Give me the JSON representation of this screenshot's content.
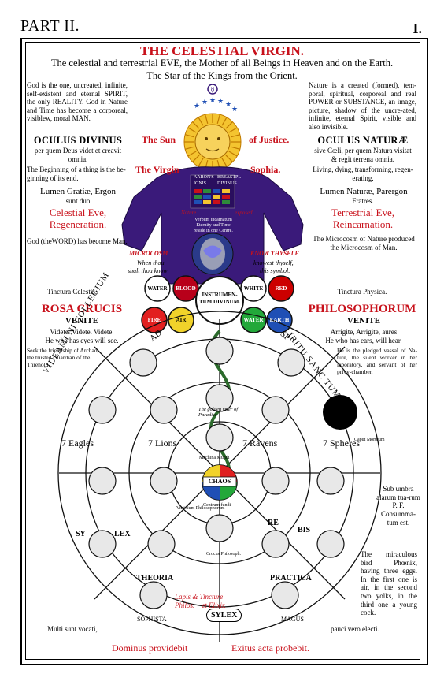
{
  "header": {
    "part": "PART II.",
    "page": "I."
  },
  "title": "THE CELESTIAL VIRGIN.",
  "subtitle1": "The celestial and terrestrial EVE, the Mother of all Beings in Heaven and on the Earth.",
  "subtitle2": "The Star of the Kings from the Orient.",
  "left": {
    "god_text": "God is the one, uncreated, infinite, self-existent and eternal SPIRIT, the only REALITY. God in Nature and Time has become a corporeal, visiblew, moral MAN.",
    "oculus_title": "OCULUS DIVINUS",
    "oculus_sub": "per quem Deus videt et creavit omnia.",
    "beginning": "The Beginning of a thing is the be-ginning of its end.",
    "lumen": "Lumen Gratiæ, Ergon",
    "lumen_sub": "sunt duo",
    "eve": "Celestial Eve,",
    "eve2": "Regeneration.",
    "word": "God (theWORD) has become Man.",
    "tinctura": "Tinctura Celestis.",
    "rosa": "ROSA CRUCIS",
    "venite": "VENITE",
    "videte": "Videte.   Videte.   Videte.",
    "he_who": "He who has eyes will see.",
    "seek": "Seek the friendship of Archao, the trusted Guardian of the Threhold.",
    "multi": "Multi sunt vocati,"
  },
  "right": {
    "nature_text": "Nature is a created (formed), tem-poral, spiritual, corporeal and real POWER or SUBSTANCE, an image, picture, shadow of the uncre-ated, infinite, eternal Spirit, visible and also invisible.",
    "oculus_title": "OCULUS NATURÆ",
    "oculus_sub": "sive Cœli, per quem Natura visitat & regit terrena omnia.",
    "living": "Living, dying, transforming, regen-erating.",
    "lumen": "Lumen Naturæ, Parergon",
    "lumen_sub": "Fratres.",
    "eve": "Terrestrial Eve,",
    "eve2": "Reincarnation.",
    "micro": "The Microcosm of Nature produced the Microcosm of Man.",
    "tinctura": "Tinctura Physica.",
    "philo": "PHILOSOPHORUM",
    "venite": "VENITE",
    "arrigite": "Arrigite, Arrigite, aures",
    "he_who": "He who has ears, will hear.",
    "pledged": "He is the pledged vassal of Na-ture, the silent worker in her laboratory, and servant of her privy-chamber.",
    "sub_umbra": "Sub umbra alarum tua-rum",
    "pf": "P. F.",
    "consumm": "Consumma-tum est.",
    "phoenix": "The miraculous bird Phœnix, having three eggs. In the first one is air, in the second two yolks, in the third one a young cock.",
    "pauci": "pauci vero electi."
  },
  "figure": {
    "sun": "The Sun",
    "justice": "of Justice.",
    "virgin": "The Virgin",
    "sophia": "Sophia.",
    "microcosm": "MICROCOSM",
    "when": "When thou",
    "shalt": "shalt thou know",
    "know": "KNOW THYSELF",
    "knowest": "knowest thyself,",
    "symbol": "this symbol.",
    "water_l": "WATER",
    "blood": "BLOOD",
    "white": "WHITE",
    "red": "RED",
    "fire": "FIRE",
    "air": "AIR",
    "water_r": "WATER",
    "earth": "EARTH",
    "instrumentum": "INSTRUMEN-",
    "instrumentum2": "TUM DIVINUM.",
    "aaron": "AARON'S",
    "ignis": "IGNIS",
    "breastpl": "BREASTPL",
    "divinus": "DIVINUS",
    "nature": "Nature",
    "exposed": "exposed",
    "verbum": "Verbum incarnatum",
    "eternity": "Eternity and Time",
    "reside": "reside in one Centre."
  },
  "wheel": {
    "eagles": "7 Eagles",
    "lions": "7 Lions",
    "ravens": "7 Ravens",
    "spheres": "7 Spheres",
    "chaos": "CHAOS",
    "theoria": "THEORIA",
    "sophista": "SOPHISTA",
    "practica": "PRACTICA",
    "magus": "MAGUS",
    "sylex": "SYLEX",
    "rebis_l": "RE",
    "rebis_r": "BIS",
    "sy": "SY",
    "lex": "LEX",
    "lapis": "Lapis & Tincture",
    "philos": "Philos.    et Elixir.",
    "collegium": "VIDEAMI NI COLLEGIUM",
    "spiritu": "IRITU SANC TUM",
    "ad": "AD",
    "sp": "SP",
    "golden": "The golden river of Paradise",
    "mundi": "Machina Mundi",
    "vitriolum": "Vitriolum Philosophorum",
    "centrum": "Centrum fundi",
    "caput": "Caput Mortuum",
    "crocus": "Crocus Philosoph."
  },
  "footer": {
    "left": "Dominus providebit",
    "right": "Exitus acta probebit."
  },
  "colors": {
    "red": "#c8101a",
    "robe": "#3a1a7a",
    "gold": "#f4c430",
    "blue": "#1f4fb5",
    "green": "#2e8b3a"
  }
}
